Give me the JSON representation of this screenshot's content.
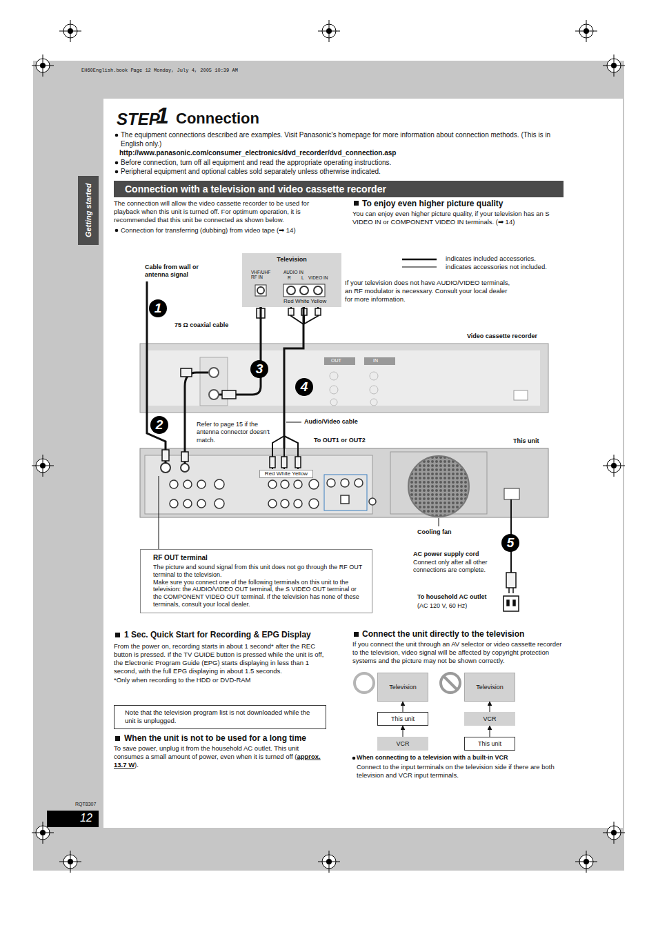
{
  "diagram": {
    "title": "Connection",
    "nodes": [
      {
        "text": [
          "Getting started"
        ]
      },
      {
        "text": [
          "Connection with a television and video cassette recorder"
        ]
      },
      {
        "text": [
          "Television",
          "VHF/UHF RF IN",
          "AUDIO IN",
          "R",
          "L",
          "VIDEO IN",
          "Red White Yellow"
        ]
      },
      {
        "text": [
          "Video cassette recorder",
          "OUT",
          "IN"
        ]
      },
      {
        "text": [
          "This unit"
        ]
      },
      {
        "text": [
          "1"
        ]
      },
      {
        "text": [
          "2"
        ]
      },
      {
        "text": [
          "3"
        ],
        "in": 3
      },
      {
        "text": [
          "4"
        ],
        "in": 3
      },
      {
        "text": [
          "5"
        ]
      },
      {
        "text": [
          "RF OUT terminal",
          "The picture and sound signal from this unit does not go through the RF OUT terminal to the television.",
          "Make sure you connect one of the following terminals on this unit to the television: the AUDIO/VIDEO OUT terminal, the S VIDEO OUT terminal or the COMPONENT VIDEO OUT terminal. If the television has none of these terminals, consult your local dealer."
        ]
      },
      {
        "text": [
          "Note that the television program list is not downloaded while the unit is unplugged."
        ]
      },
      {
        "text": [
          "Television"
        ]
      },
      {
        "text": [
          "This unit"
        ]
      },
      {
        "text": [
          "VCR"
        ]
      },
      {
        "text": [
          "Television"
        ]
      },
      {
        "text": [
          "VCR"
        ]
      },
      {
        "text": [
          "This unit"
        ]
      },
      {
        "text": [
          "12"
        ]
      }
    ],
    "edges": [
      {
        "from": 4,
        "to": 2,
        "arrow": "none"
      },
      {
        "from": 3,
        "to": 2,
        "arrow": "none"
      },
      {
        "from": 4,
        "to": 3,
        "arrow": "none"
      },
      {
        "from": 13,
        "to": 12,
        "arrow": "to"
      },
      {
        "from": 14,
        "to": 13,
        "arrow": "to"
      },
      {
        "from": 16,
        "to": 15,
        "arrow": "to"
      },
      {
        "from": 17,
        "to": 16,
        "arrow": "to"
      }
    ],
    "labels": [
      "EH60English.book Page 12 Monday, July 4, 2005 10:39 AM",
      "STEP",
      "1",
      "The equipment connections described are examples. Visit Panasonic's homepage for more information about connection methods. (This is in English only.)",
      "http://www.panasonic.com/consumer_electronics/dvd_recorder/dvd_connection.asp",
      "Before connection, turn off all equipment and read the appropriate operating instructions.",
      "Peripheral equipment and optional cables sold separately unless otherwise indicated.",
      "The connection will allow the video cassette recorder to be used for playback when this unit is turned off. For optimum operation, it is recommended that this unit be connected as shown below.",
      "Connection for transferring (dubbing) from video tape (➡ 14)",
      "To enjoy even higher picture quality",
      "You can enjoy even higher picture quality, if your television has an S VIDEO IN or COMPONENT VIDEO IN terminals. (➡ 14)",
      "If your television does not have AUDIO/VIDEO terminals, an RF modulator is necessary. Consult your local dealer for more information.",
      "Cable from wall or antenna signal",
      "75 Ω coaxial cable",
      "Refer to page 15 if the antenna connector doesn't match.",
      "Audio/Video cable",
      "To OUT1 or OUT2",
      "Red White Yellow",
      "Cooling fan",
      "AC power supply cord",
      "Connect only after all other connections are complete.",
      "To household AC outlet",
      "(AC 120 V, 60 Hz)",
      "1 Sec. Quick Start for Recording & EPG Display",
      "From the power on, recording starts in about 1 second* after the REC button is pressed. If the TV GUIDE button is pressed while the unit is off, the Electronic Program Guide (EPG) starts displaying in less than 1 second, with the full EPG displaying in about 1.5 seconds.",
      "*Only when recording to the HDD or DVD-RAM",
      "When the unit is not to be used for a long time",
      "To save power, unplug it from the household AC outlet. This unit consumes a small amount of power, even when it is turned off (",
      "approx. 13.7 W",
      ").",
      "Connect the unit directly to the television",
      "If you connect the unit through an AV selector or video cassette recorder to the television, video signal will be affected by copyright protection systems and the picture may not be shown correctly.",
      "When connecting to a television with a built-in VCR",
      "Connect to the input terminals on the television side if there are both television and VCR input terminals.",
      "RQT8307"
    ],
    "legend": [
      {
        "text": "indicates included accessories."
      },
      {
        "text": "indicates accessories not included."
      }
    ]
  }
}
